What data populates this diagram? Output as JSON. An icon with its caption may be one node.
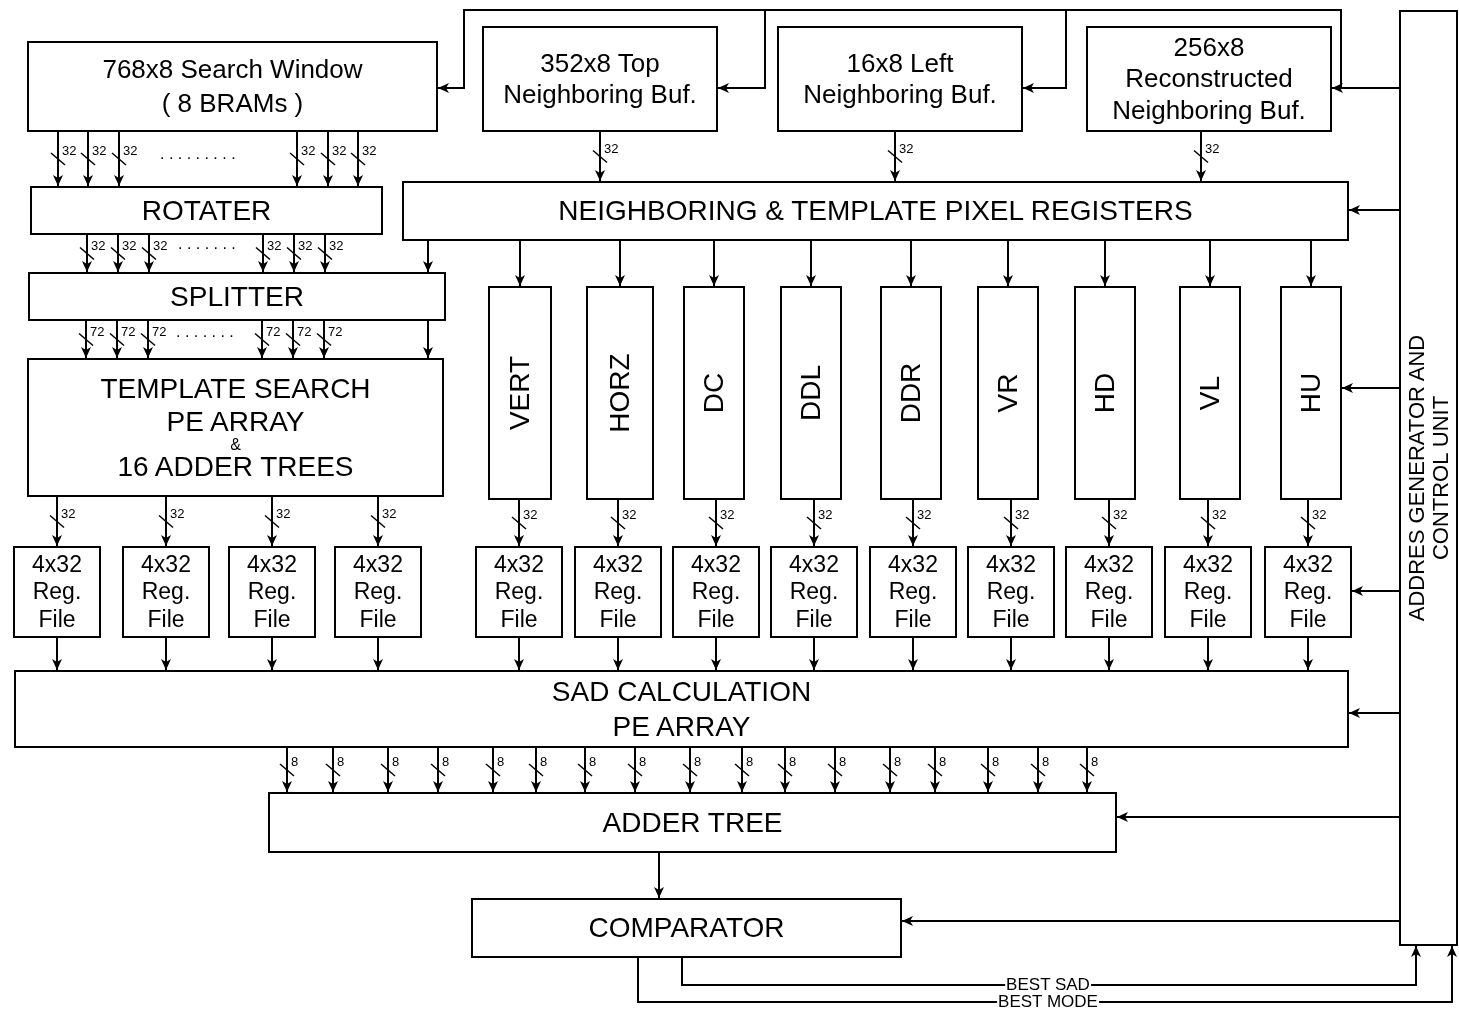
{
  "diagram": {
    "nodes": [
      {
        "text": [
          "768x8 Search Window ( 8 BRAMs )"
        ]
      },
      {
        "text": [
          "352x8 Top Neighboring Buf."
        ]
      },
      {
        "text": [
          "16x8 Left Neighboring Buf."
        ]
      },
      {
        "text": [
          "256x8 Reconstructed Neighboring Buf."
        ]
      },
      {
        "text": [
          "ADDRES GENERATOR AND CONTROL UNIT"
        ]
      },
      {
        "text": [
          "ROTATER"
        ]
      },
      {
        "text": [
          "NEIGHBORING & TEMPLATE PIXEL REGISTERS"
        ]
      },
      {
        "text": [
          "SPLITTER"
        ]
      },
      {
        "text": [
          "TEMPLATE SEARCH PE ARRAY",
          "&",
          "16 ADDER TREES"
        ]
      },
      {
        "text": [
          "VERT"
        ]
      },
      {
        "text": [
          "HORZ"
        ]
      },
      {
        "text": [
          "DC"
        ]
      },
      {
        "text": [
          "DDL"
        ]
      },
      {
        "text": [
          "DDR"
        ]
      },
      {
        "text": [
          "VR"
        ]
      },
      {
        "text": [
          "HD"
        ]
      },
      {
        "text": [
          "VL"
        ]
      },
      {
        "text": [
          "HU"
        ]
      },
      {
        "text": [
          "4x32 Reg. File"
        ]
      },
      {
        "text": [
          "4x32 Reg. File"
        ]
      },
      {
        "text": [
          "4x32 Reg. File"
        ]
      },
      {
        "text": [
          "4x32 Reg. File"
        ]
      },
      {
        "text": [
          "4x32 Reg. File"
        ]
      },
      {
        "text": [
          "4x32 Reg. File"
        ]
      },
      {
        "text": [
          "4x32 Reg. File"
        ]
      },
      {
        "text": [
          "4x32 Reg. File"
        ]
      },
      {
        "text": [
          "4x32 Reg. File"
        ]
      },
      {
        "text": [
          "4x32 Reg. File"
        ]
      },
      {
        "text": [
          "4x32 Reg. File"
        ]
      },
      {
        "text": [
          "4x32 Reg. File"
        ]
      },
      {
        "text": [
          "4x32 Reg. File"
        ]
      },
      {
        "text": [
          "SAD CALCULATION PE ARRAY"
        ]
      },
      {
        "text": [
          "ADDER TREE"
        ]
      },
      {
        "text": [
          "COMPARATOR"
        ]
      }
    ],
    "edges": [
      {
        "from": 4,
        "to": 0,
        "arrow": "to"
      },
      {
        "from": 4,
        "to": 1,
        "arrow": "to"
      },
      {
        "from": 4,
        "to": 2,
        "arrow": "to"
      },
      {
        "from": 4,
        "to": 3,
        "arrow": "to"
      },
      {
        "from": 0,
        "to": 5,
        "arrow": "to",
        "label": "32"
      },
      {
        "from": 0,
        "to": 5,
        "arrow": "to",
        "label": "32"
      },
      {
        "from": 0,
        "to": 5,
        "arrow": "to",
        "label": "32"
      },
      {
        "from": 0,
        "to": 5,
        "arrow": "to",
        "label": "32"
      },
      {
        "from": 0,
        "to": 5,
        "arrow": "to",
        "label": "32"
      },
      {
        "from": 0,
        "to": 5,
        "arrow": "to",
        "label": "32"
      },
      {
        "from": 1,
        "to": 6,
        "arrow": "to",
        "label": "32"
      },
      {
        "from": 2,
        "to": 6,
        "arrow": "to",
        "label": "32"
      },
      {
        "from": 3,
        "to": 6,
        "arrow": "to",
        "label": "32"
      },
      {
        "from": 4,
        "to": 6,
        "arrow": "to"
      },
      {
        "from": 5,
        "to": 7,
        "arrow": "to",
        "label": "32"
      },
      {
        "from": 5,
        "to": 7,
        "arrow": "to",
        "label": "32"
      },
      {
        "from": 5,
        "to": 7,
        "arrow": "to",
        "label": "32"
      },
      {
        "from": 5,
        "to": 7,
        "arrow": "to",
        "label": "32"
      },
      {
        "from": 5,
        "to": 7,
        "arrow": "to",
        "label": "32"
      },
      {
        "from": 5,
        "to": 7,
        "arrow": "to",
        "label": "32"
      },
      {
        "from": 6,
        "to": 7,
        "arrow": "to"
      },
      {
        "from": 6,
        "to": 9,
        "arrow": "to"
      },
      {
        "from": 6,
        "to": 10,
        "arrow": "to"
      },
      {
        "from": 6,
        "to": 11,
        "arrow": "to"
      },
      {
        "from": 6,
        "to": 12,
        "arrow": "to"
      },
      {
        "from": 6,
        "to": 13,
        "arrow": "to"
      },
      {
        "from": 6,
        "to": 14,
        "arrow": "to"
      },
      {
        "from": 6,
        "to": 15,
        "arrow": "to"
      },
      {
        "from": 6,
        "to": 16,
        "arrow": "to"
      },
      {
        "from": 6,
        "to": 17,
        "arrow": "to"
      },
      {
        "from": 7,
        "to": 8,
        "arrow": "to",
        "label": "72"
      },
      {
        "from": 7,
        "to": 8,
        "arrow": "to",
        "label": "72"
      },
      {
        "from": 7,
        "to": 8,
        "arrow": "to",
        "label": "72"
      },
      {
        "from": 7,
        "to": 8,
        "arrow": "to",
        "label": "72"
      },
      {
        "from": 7,
        "to": 8,
        "arrow": "to",
        "label": "72"
      },
      {
        "from": 7,
        "to": 8,
        "arrow": "to",
        "label": "72"
      },
      {
        "from": 7,
        "to": 8,
        "arrow": "to"
      },
      {
        "from": 4,
        "to": 17,
        "arrow": "to"
      },
      {
        "from": 8,
        "to": 18,
        "arrow": "to",
        "label": "32"
      },
      {
        "from": 8,
        "to": 19,
        "arrow": "to",
        "label": "32"
      },
      {
        "from": 8,
        "to": 20,
        "arrow": "to",
        "label": "32"
      },
      {
        "from": 8,
        "to": 21,
        "arrow": "to",
        "label": "32"
      },
      {
        "from": 9,
        "to": 22,
        "arrow": "to",
        "label": "32"
      },
      {
        "from": 10,
        "to": 23,
        "arrow": "to",
        "label": "32"
      },
      {
        "from": 11,
        "to": 24,
        "arrow": "to",
        "label": "32"
      },
      {
        "from": 12,
        "to": 25,
        "arrow": "to",
        "label": "32"
      },
      {
        "from": 13,
        "to": 26,
        "arrow": "to",
        "label": "32"
      },
      {
        "from": 14,
        "to": 27,
        "arrow": "to",
        "label": "32"
      },
      {
        "from": 15,
        "to": 28,
        "arrow": "to",
        "label": "32"
      },
      {
        "from": 16,
        "to": 29,
        "arrow": "to",
        "label": "32"
      },
      {
        "from": 17,
        "to": 30,
        "arrow": "to",
        "label": "32"
      },
      {
        "from": 4,
        "to": 30,
        "arrow": "to"
      },
      {
        "from": 18,
        "to": 31,
        "arrow": "to"
      },
      {
        "from": 19,
        "to": 31,
        "arrow": "to"
      },
      {
        "from": 20,
        "to": 31,
        "arrow": "to"
      },
      {
        "from": 21,
        "to": 31,
        "arrow": "to"
      },
      {
        "from": 22,
        "to": 31,
        "arrow": "to"
      },
      {
        "from": 23,
        "to": 31,
        "arrow": "to"
      },
      {
        "from": 24,
        "to": 31,
        "arrow": "to"
      },
      {
        "from": 25,
        "to": 31,
        "arrow": "to"
      },
      {
        "from": 26,
        "to": 31,
        "arrow": "to"
      },
      {
        "from": 27,
        "to": 31,
        "arrow": "to"
      },
      {
        "from": 28,
        "to": 31,
        "arrow": "to"
      },
      {
        "from": 29,
        "to": 31,
        "arrow": "to"
      },
      {
        "from": 30,
        "to": 31,
        "arrow": "to"
      },
      {
        "from": 4,
        "to": 31,
        "arrow": "to"
      },
      {
        "from": 31,
        "to": 32,
        "arrow": "to",
        "label": "8"
      },
      {
        "from": 31,
        "to": 32,
        "arrow": "to",
        "label": "8"
      },
      {
        "from": 31,
        "to": 32,
        "arrow": "to",
        "label": "8"
      },
      {
        "from": 31,
        "to": 32,
        "arrow": "to",
        "label": "8"
      },
      {
        "from": 31,
        "to": 32,
        "arrow": "to",
        "label": "8"
      },
      {
        "from": 31,
        "to": 32,
        "arrow": "to",
        "label": "8"
      },
      {
        "from": 31,
        "to": 32,
        "arrow": "to",
        "label": "8"
      },
      {
        "from": 31,
        "to": 32,
        "arrow": "to",
        "label": "8"
      },
      {
        "from": 31,
        "to": 32,
        "arrow": "to",
        "label": "8"
      },
      {
        "from": 31,
        "to": 32,
        "arrow": "to",
        "label": "8"
      },
      {
        "from": 31,
        "to": 32,
        "arrow": "to",
        "label": "8"
      },
      {
        "from": 31,
        "to": 32,
        "arrow": "to",
        "label": "8"
      },
      {
        "from": 31,
        "to": 32,
        "arrow": "to",
        "label": "8"
      },
      {
        "from": 31,
        "to": 32,
        "arrow": "to",
        "label": "8"
      },
      {
        "from": 31,
        "to": 32,
        "arrow": "to",
        "label": "8"
      },
      {
        "from": 31,
        "to": 32,
        "arrow": "to",
        "label": "8"
      },
      {
        "from": 31,
        "to": 32,
        "arrow": "to",
        "label": "8"
      },
      {
        "from": 4,
        "to": 32,
        "arrow": "to"
      },
      {
        "from": 32,
        "to": 33,
        "arrow": "to"
      },
      {
        "from": 4,
        "to": 33,
        "arrow": "to"
      },
      {
        "from": 33,
        "to": 4,
        "arrow": "to",
        "label": "BEST SAD"
      },
      {
        "from": 33,
        "to": 4,
        "arrow": "to",
        "label": "BEST MODE"
      }
    ],
    "labels": [
      ". . . . . . . . .",
      ". . . . . . .",
      ". . . . . . ."
    ]
  }
}
